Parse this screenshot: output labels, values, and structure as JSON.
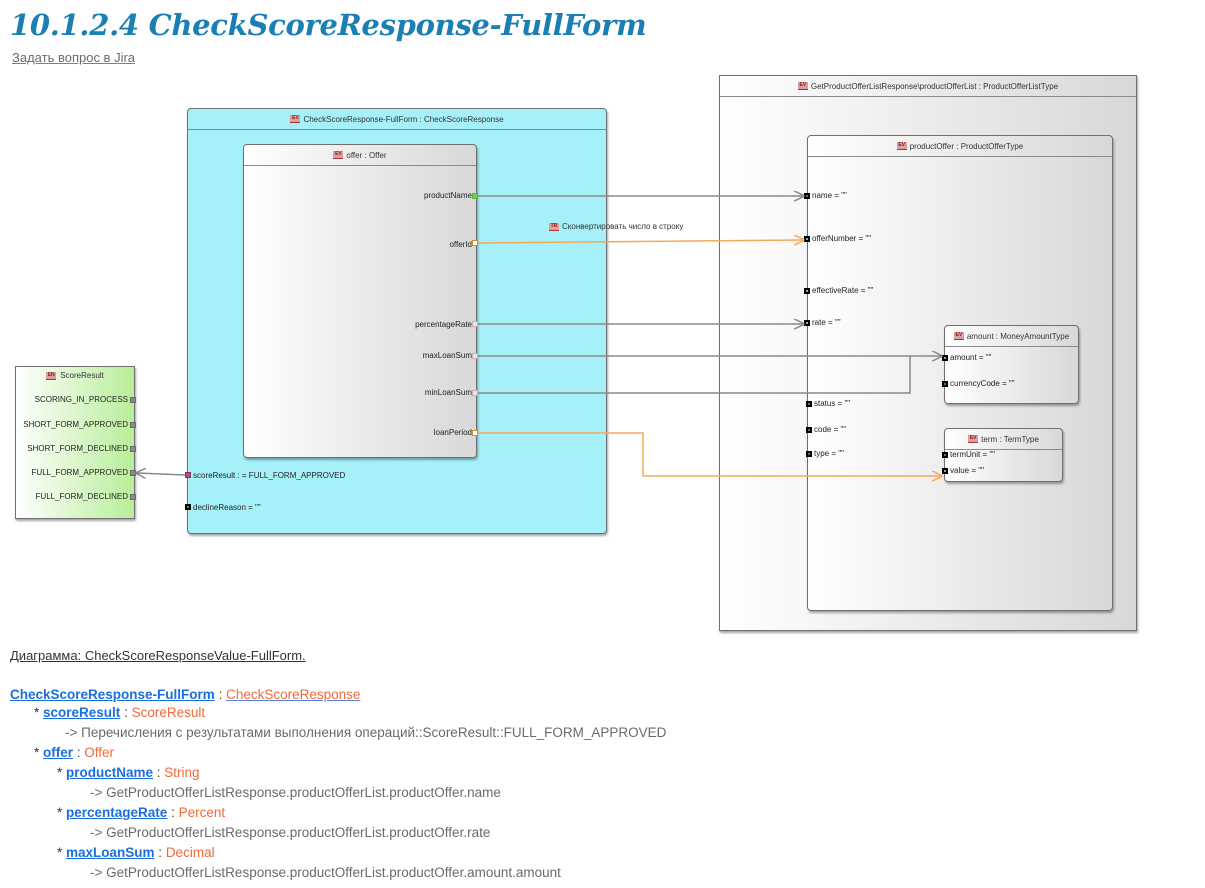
{
  "page": {
    "title": "10.1.2.4 CheckScoreResponse-FullForm",
    "jira_link": "Задать вопрос в Jira"
  },
  "diagram": {
    "main_box": {
      "title": "CheckScoreResponse-FullForm : CheckScoreResponse",
      "stereotype": "EV"
    },
    "offer_box": {
      "title": "offer : Offer",
      "stereotype": "EV",
      "attributes": [
        "productName",
        "offerId",
        "percentageRate",
        "maxLoanSum",
        "minLoanSum",
        "loanPeriod"
      ]
    },
    "main_attributes": {
      "score_result": "scoreResult :  = FULL_FORM_APPROVED",
      "decline_reason": "declineReason = \"\""
    },
    "score_result_box": {
      "title": "ScoreResult",
      "stereotype": "EN",
      "literals": [
        "SCORING_IN_PROCESS",
        "SHORT_FORM_APPROVED",
        "SHORT_FORM_DECLINED",
        "FULL_FORM_APPROVED",
        "FULL_FORM_DECLINED"
      ]
    },
    "conversion_label": {
      "text": "Сконвертировать число в строку",
      "stereotype": "TR"
    },
    "product_offer_list_box": {
      "title": "GetProductOfferListResponse\\productOfferList : ProductOfferListType",
      "stereotype": "EV"
    },
    "product_offer_box": {
      "title": "productOffer : ProductOfferType",
      "stereotype": "EV",
      "attributes": [
        "name = \"\"",
        "offerNumber = \"\"",
        "effectiveRate = \"\"",
        "rate = \"\"",
        "status = \"\"",
        "code = \"\"",
        "type = \"\""
      ]
    },
    "amount_box": {
      "title": "amount : MoneyAmountType",
      "stereotype": "EV",
      "attributes": [
        "amount = \"\"",
        "currencyCode = \"\""
      ]
    },
    "term_box": {
      "title": "term : TermType",
      "stereotype": "EV",
      "attributes": [
        "termUnit = \"\"",
        "value = \"\""
      ]
    },
    "colors": {
      "cyan_fill": "#a6f0fa",
      "orange_wire": "#f5a85a",
      "gray_wire": "#8a8a8a",
      "title_blue": "#1a7fb5"
    }
  },
  "caption": "Диаграмма: CheckScoreResponseValue-FullForm.",
  "tree": {
    "root": {
      "name": "CheckScoreResponse-FullForm",
      "sep": " : ",
      "type": "CheckScoreResponse"
    },
    "items": [
      {
        "name": "scoreResult",
        "sep": " : ",
        "type": "ScoreResult",
        "mapping": "-> Перечисления с результатами выполнения операций::ScoreResult::FULL_FORM_APPROVED"
      },
      {
        "name": "offer",
        "sep": " : ",
        "type": "Offer"
      },
      {
        "name": "productName",
        "sep": " : ",
        "type": "String",
        "mapping": "-> GetProductOfferListResponse.productOfferList.productOffer.name"
      },
      {
        "name": "percentageRate",
        "sep": " : ",
        "type": "Percent",
        "mapping": "-> GetProductOfferListResponse.productOfferList.productOffer.rate"
      },
      {
        "name": "maxLoanSum",
        "sep": " : ",
        "type": "Decimal",
        "mapping": "-> GetProductOfferListResponse.productOfferList.productOffer.amount.amount"
      }
    ]
  }
}
